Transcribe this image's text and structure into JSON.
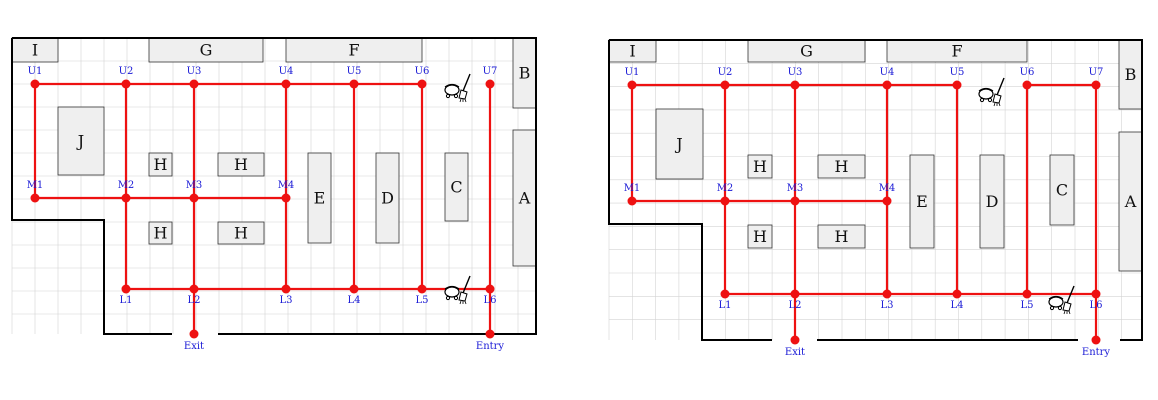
{
  "colors": {
    "route": "#ee1111",
    "label": "#1a1ad6",
    "room_fill": "#efefef",
    "wall": "#000000"
  },
  "icons": [
    "cleaning-cart-icon"
  ],
  "maps": [
    {
      "id": "left",
      "rooms": [
        "I",
        "G",
        "F",
        "B",
        "J",
        "H",
        "H",
        "E",
        "D",
        "C",
        "A",
        "H",
        "H"
      ],
      "nodes": [
        "U1",
        "U2",
        "U3",
        "U4",
        "U5",
        "U6",
        "U7",
        "M1",
        "M2",
        "M3",
        "M4",
        "L1",
        "L2",
        "L3",
        "L4",
        "L5",
        "L6",
        "Exit",
        "Entry"
      ],
      "edges": [
        [
          "U1",
          "U6"
        ],
        [
          "U1",
          "M1"
        ],
        [
          "M1",
          "M4"
        ],
        [
          "U2",
          "L1"
        ],
        [
          "U3",
          "L2"
        ],
        [
          "U4",
          "L3"
        ],
        [
          "U5",
          "L4"
        ],
        [
          "U6",
          "L5"
        ],
        [
          "L1",
          "L6"
        ],
        [
          "L2",
          "Exit"
        ],
        [
          "U7",
          "Entry"
        ]
      ]
    },
    {
      "id": "right",
      "rooms": [
        "I",
        "G",
        "F",
        "B",
        "J",
        "H",
        "H",
        "E",
        "D",
        "C",
        "A",
        "H",
        "H"
      ],
      "nodes": [
        "U1",
        "U2",
        "U3",
        "U4",
        "U5",
        "U6",
        "U7",
        "M1",
        "M2",
        "M3",
        "M4",
        "L1",
        "L2",
        "L3",
        "L4",
        "L5",
        "L6",
        "Exit",
        "Entry"
      ],
      "edges": [
        [
          "U1",
          "U5"
        ],
        [
          "U6",
          "U7"
        ],
        [
          "U1",
          "M1"
        ],
        [
          "M1",
          "M4"
        ],
        [
          "U2",
          "L1"
        ],
        [
          "U3",
          "Exit"
        ],
        [
          "U4",
          "L3"
        ],
        [
          "U5",
          "L4"
        ],
        [
          "U6",
          "L5"
        ],
        [
          "L1",
          "L6"
        ],
        [
          "U7",
          "Entry"
        ]
      ]
    }
  ]
}
